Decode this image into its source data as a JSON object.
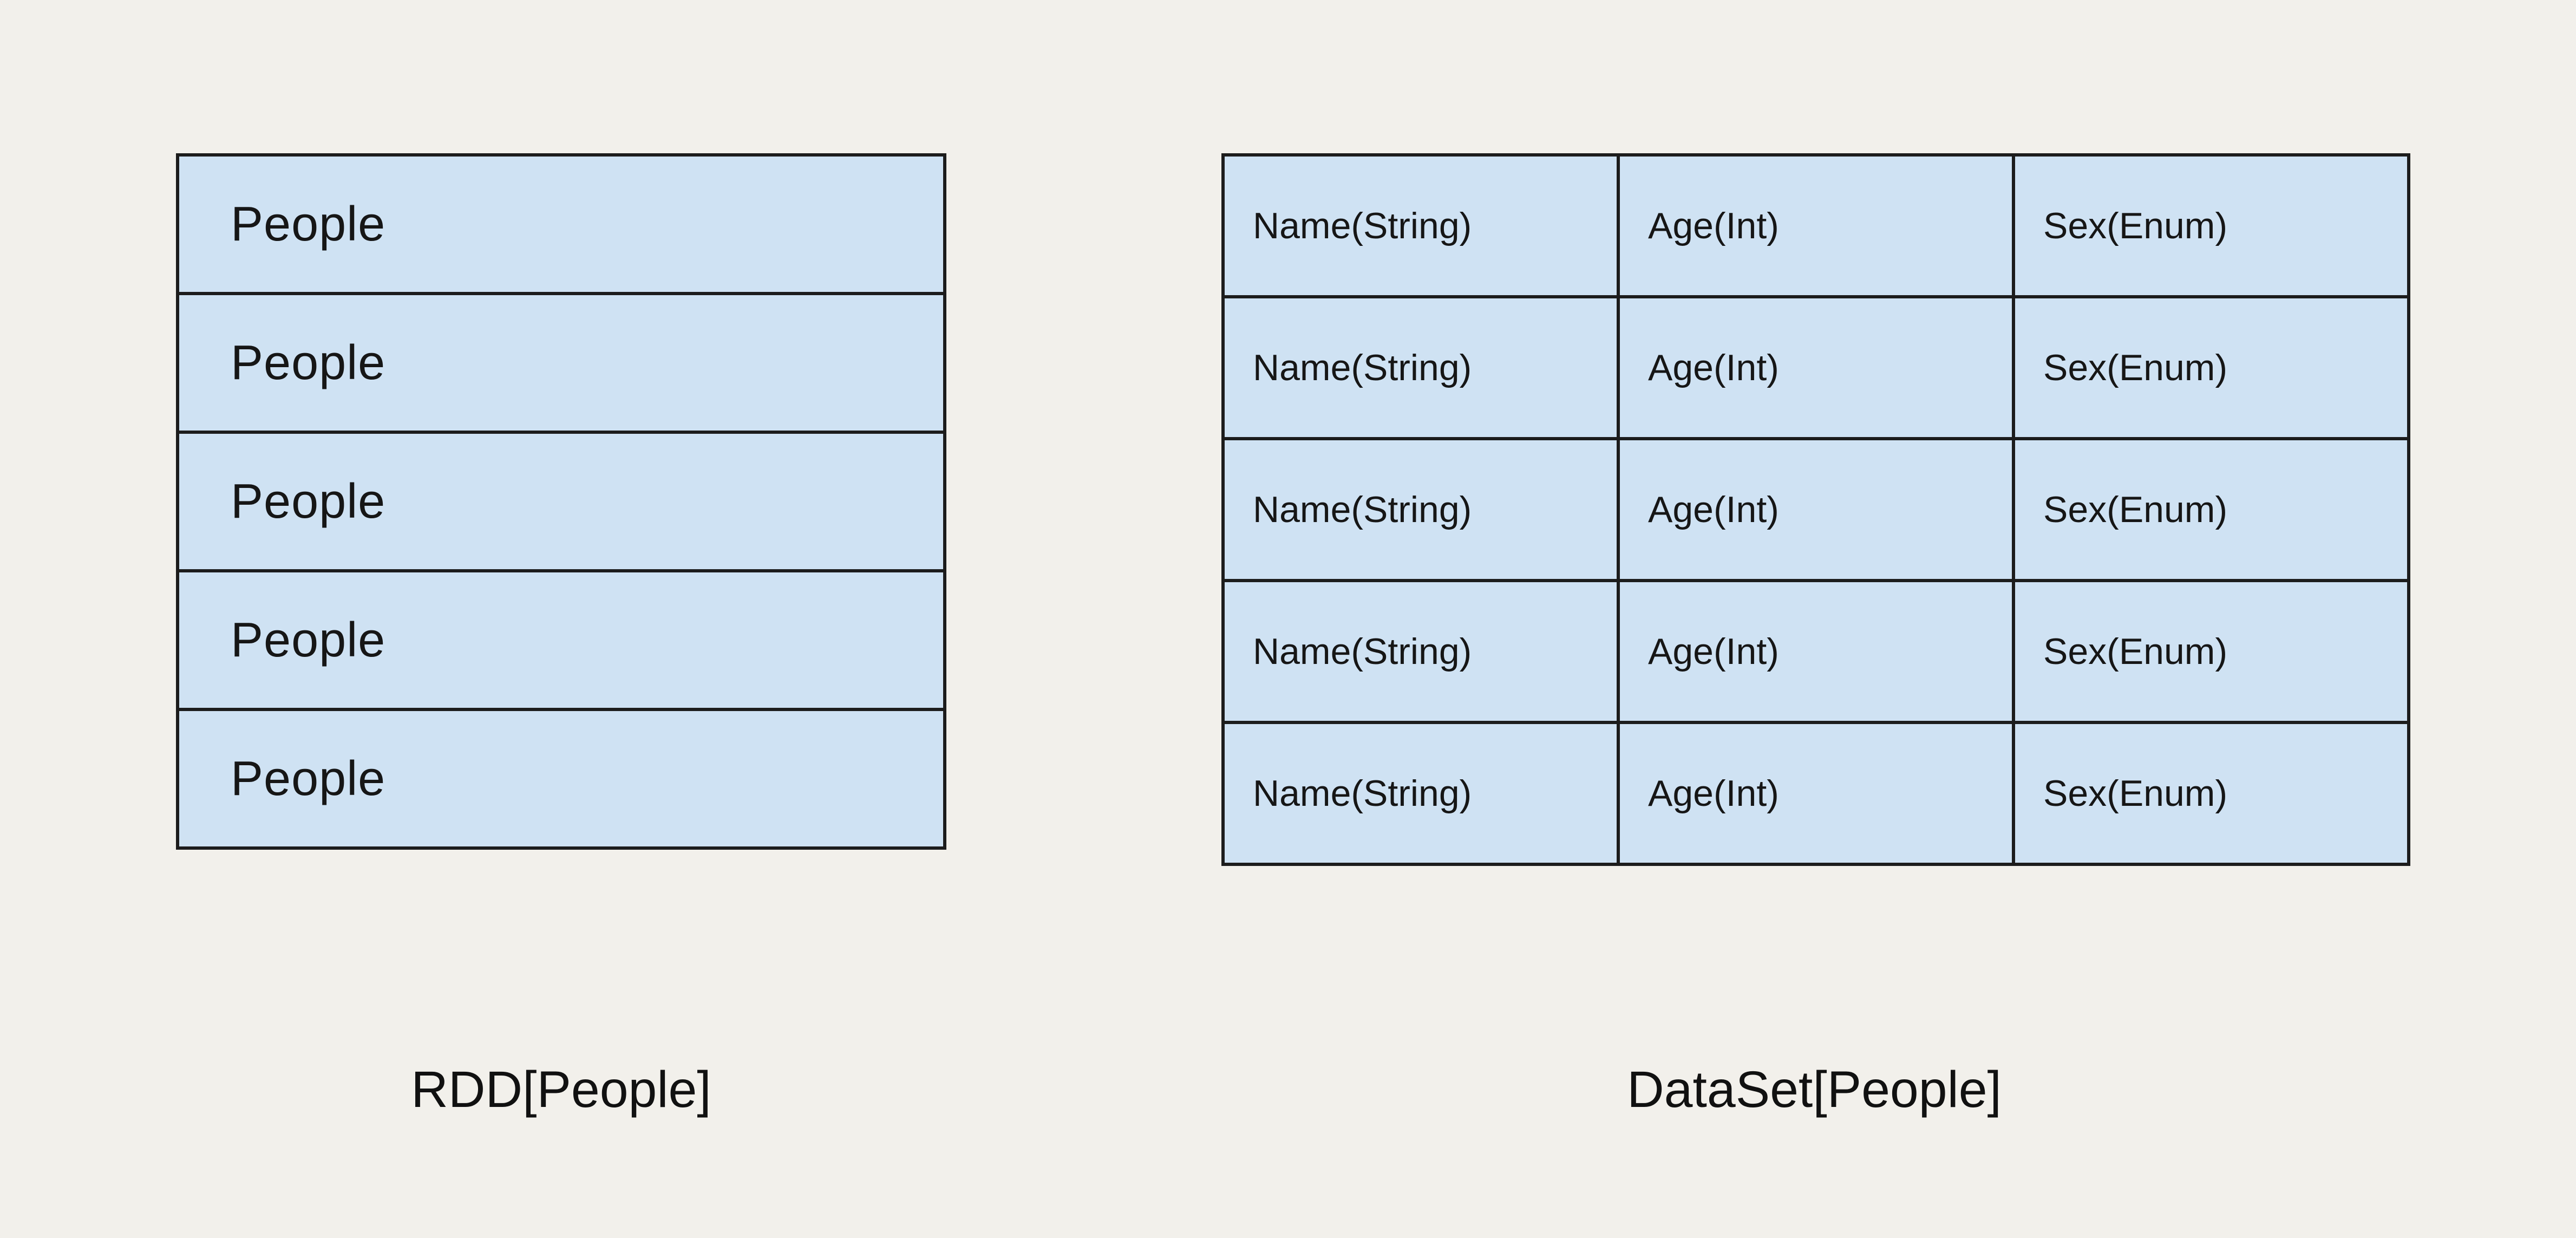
{
  "colors": {
    "background": "#f2f0eb",
    "box_fill": "#cfe2f3",
    "border": "#1c1c1c",
    "text": "#161616"
  },
  "rdd": {
    "caption": "RDD[People]",
    "rows": [
      "People",
      "People",
      "People",
      "People",
      "People"
    ]
  },
  "dataset": {
    "caption": "DataSet[People]",
    "columns": [
      "Name(String)",
      "Age(Int)",
      "Sex(Enum)"
    ],
    "rows": [
      [
        "Name(String)",
        "Age(Int)",
        "Sex(Enum)"
      ],
      [
        "Name(String)",
        "Age(Int)",
        "Sex(Enum)"
      ],
      [
        "Name(String)",
        "Age(Int)",
        "Sex(Enum)"
      ],
      [
        "Name(String)",
        "Age(Int)",
        "Sex(Enum)"
      ],
      [
        "Name(String)",
        "Age(Int)",
        "Sex(Enum)"
      ]
    ]
  }
}
